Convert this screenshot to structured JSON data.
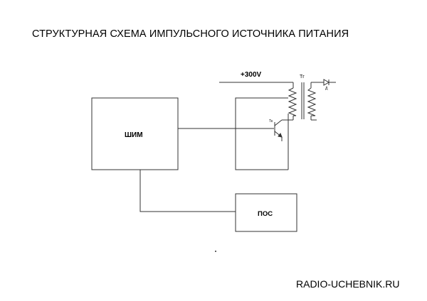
{
  "title": "СТРУКТУРНАЯ СХЕМА ИМПУЛЬСНОГО ИСТОЧНИКА ПИТАНИЯ",
  "blocks": {
    "pwm_label": "ШИМ",
    "feedback_label": "ПОС"
  },
  "labels": {
    "voltage": "+300V",
    "transformer": "Тг",
    "transistor": "Тк",
    "diode": "Д"
  },
  "footer": "RADIO-UCHEBNIK.RU",
  "colors": {
    "line": "#333333",
    "background": "#ffffff"
  }
}
